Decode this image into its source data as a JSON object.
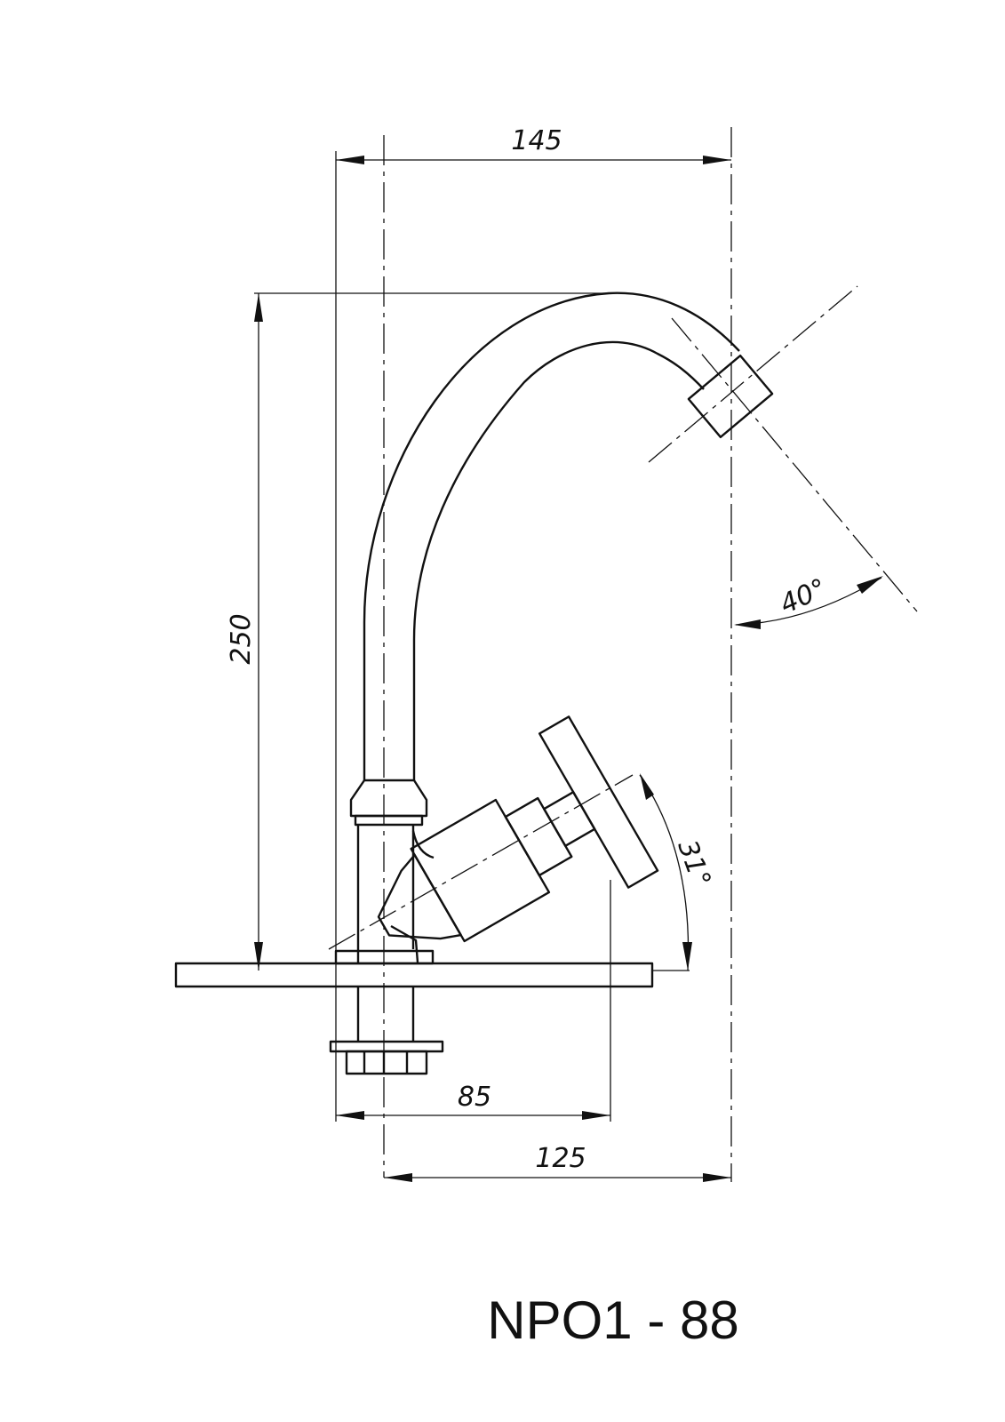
{
  "drawing": {
    "model": "NPO1 - 88",
    "dimensions": {
      "spout_reach": "145",
      "total_height": "250",
      "handle_reach": "85",
      "outlet_offset": "125",
      "outlet_angle": "40°",
      "handle_angle": "31°"
    },
    "line_color": "#111111",
    "background": "#ffffff"
  }
}
